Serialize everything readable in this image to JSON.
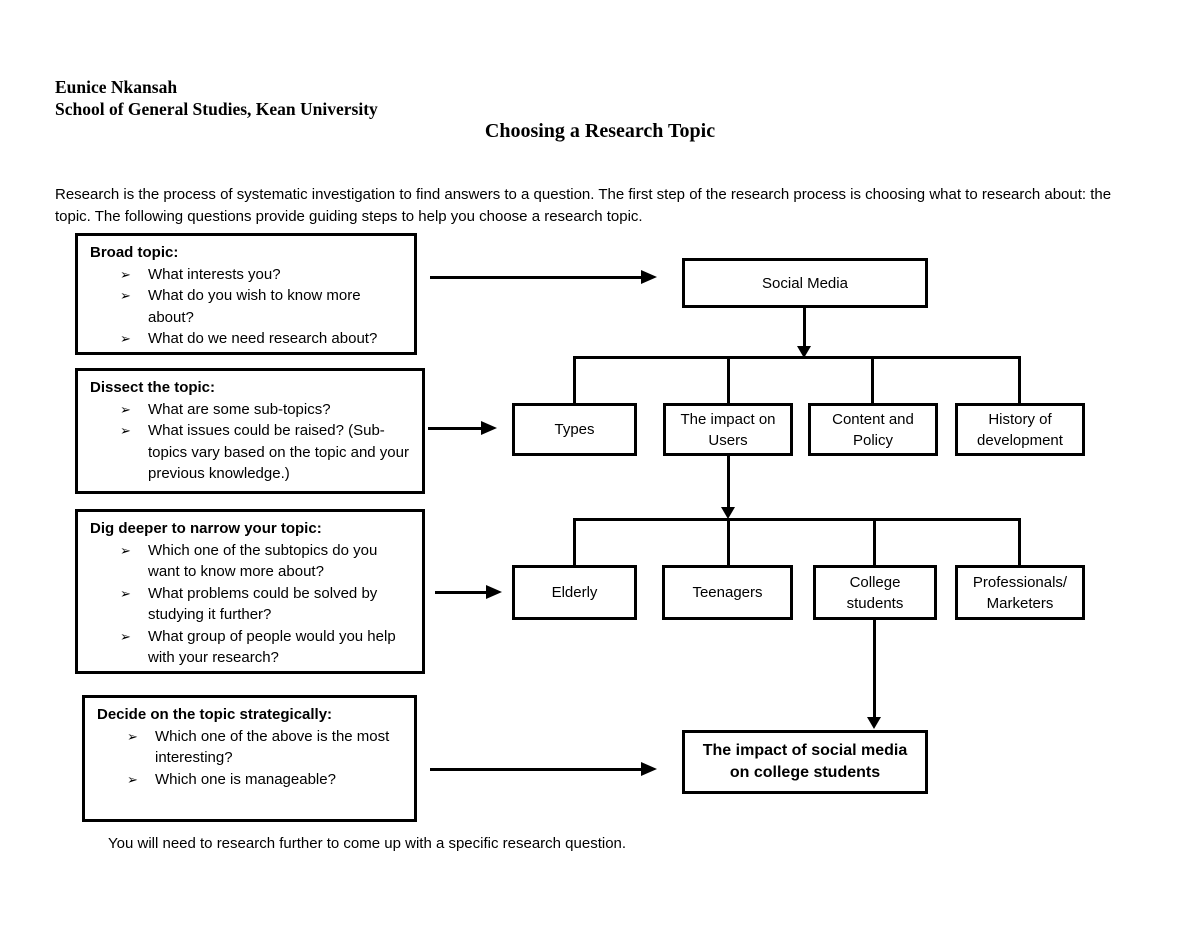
{
  "document": {
    "author": "Eunice Nkansah",
    "affiliation": "School of General Studies, Kean University",
    "title": "Choosing a Research Topic",
    "intro": "Research is the process of systematic investigation to find answers to a question. The first step of the research process is choosing what to research about: the topic. The following questions provide guiding steps to help you choose a research topic.",
    "footer_note": "You will need to research further to come up with a specific research question."
  },
  "glyphs": {
    "bullet": "➢"
  },
  "question_boxes": [
    {
      "heading": "Broad topic:",
      "bullets": [
        "What interests you?",
        "What do you wish to know more about?",
        "What do we need research about?"
      ]
    },
    {
      "heading": "Dissect the topic:",
      "bullets": [
        "What are some sub-topics?",
        "What issues could be raised? (Sub-topics vary based on the topic and your previous knowledge.)"
      ]
    },
    {
      "heading": "Dig deeper to narrow your topic:",
      "bullets": [
        "Which one of the subtopics do you want to know more about?",
        "What problems could be solved by studying it further?",
        "What group of people would you help with your research?"
      ]
    },
    {
      "heading": "Decide on the topic strategically:",
      "bullets": [
        "Which one of the above is the most interesting?",
        "Which one is manageable?"
      ]
    }
  ],
  "flowchart": {
    "root": "Social Media",
    "level2": [
      "Types",
      "The impact on Users",
      "Content and Policy",
      "History of development"
    ],
    "level3": [
      "Elderly",
      "Teenagers",
      "College students",
      "Professionals/ Marketers"
    ],
    "result": "The impact of social media on college students"
  },
  "colors": {
    "ink": "#000000",
    "paper": "#ffffff"
  }
}
